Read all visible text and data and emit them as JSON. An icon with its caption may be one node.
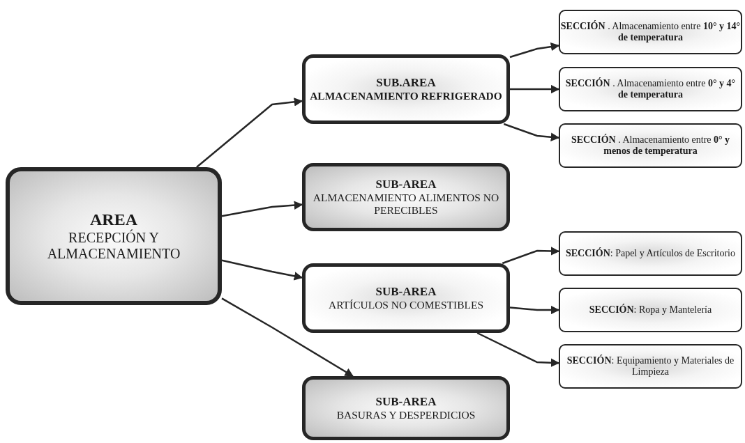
{
  "diagram": {
    "nodes": [
      {
        "text": [
          "AREA",
          "RECEPCIÓN Y ALMACENAMIENTO"
        ]
      },
      {
        "text": [
          "SUB.AREA",
          "**ALMACENAMIENTO REFRIGERADO**"
        ]
      },
      {
        "text": [
          "SUB-AREA",
          "ALMACENAMIENTO ALIMENTOS NO PERECIBLES"
        ]
      },
      {
        "text": [
          "SUB-AREA",
          "ARTÍCULOS NO COMESTIBLES"
        ]
      },
      {
        "text": [
          "SUB-AREA",
          "BASURAS Y DESPERDICIOS"
        ]
      },
      {
        "text": [
          "**SECCIÓN** . Almacenamiento entre **10° y 14° de temperatura**"
        ]
      },
      {
        "text": [
          "**SECCIÓN** . Almacenamiento entre **0° y 4° de temperatura**"
        ]
      },
      {
        "text": [
          "**SECCIÓN** . Almacenamiento entre **0° y menos de temperatura**"
        ]
      },
      {
        "text": [
          "**SECCIÓN**: Papel y Artículos de Escritorio"
        ]
      },
      {
        "text": [
          "**SECCIÓN**: Ropa y Mantelería"
        ]
      },
      {
        "text": [
          "**SECCIÓN**: Equipamiento y Materiales de Limpieza"
        ]
      }
    ],
    "edges": [
      {
        "from": 0,
        "to": 1,
        "arrow": "to"
      },
      {
        "from": 0,
        "to": 2,
        "arrow": "to"
      },
      {
        "from": 0,
        "to": 3,
        "arrow": "to"
      },
      {
        "from": 0,
        "to": 4,
        "arrow": "to"
      },
      {
        "from": 1,
        "to": 5,
        "arrow": "to"
      },
      {
        "from": 1,
        "to": 6,
        "arrow": "to"
      },
      {
        "from": 1,
        "to": 7,
        "arrow": "to"
      },
      {
        "from": 3,
        "to": 8,
        "arrow": "to"
      },
      {
        "from": 3,
        "to": 9,
        "arrow": "to"
      },
      {
        "from": 3,
        "to": 10,
        "arrow": "to"
      }
    ]
  }
}
